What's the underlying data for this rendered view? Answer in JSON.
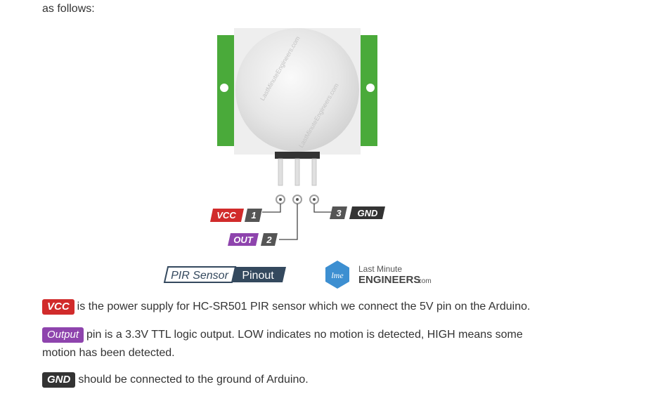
{
  "intro": "as follows:",
  "figure": {
    "pins": [
      {
        "name": "VCC",
        "number": "1"
      },
      {
        "name": "OUT",
        "number": "2"
      },
      {
        "name": "GND",
        "number": "3"
      }
    ],
    "title_left": "PIR Sensor",
    "title_right": "Pinout",
    "watermark": "LastMinuteEngineers.com",
    "logo": {
      "top": "Last Minute",
      "main": "ENGINEERS",
      "suffix": ".com",
      "mark": "lme"
    },
    "colors": {
      "vcc": "#d12b2b",
      "out": "#8e44ad",
      "gnd": "#333333",
      "number": "#555555",
      "board": "#4aaa3a",
      "lens": "#e8e8e8",
      "title_dark": "#34495e",
      "logo_blue": "#3d8fd1"
    }
  },
  "descriptions": [
    {
      "badge": "VCC",
      "text": "is the power supply for HC-SR501 PIR sensor which we connect the 5V pin on the Arduino."
    },
    {
      "badge": "Output",
      "text": "pin is a 3.3V TTL logic output. LOW indicates no motion is detected, HIGH means some motion has been detected."
    },
    {
      "badge": "GND",
      "text": "should be connected to the ground of Arduino."
    }
  ]
}
